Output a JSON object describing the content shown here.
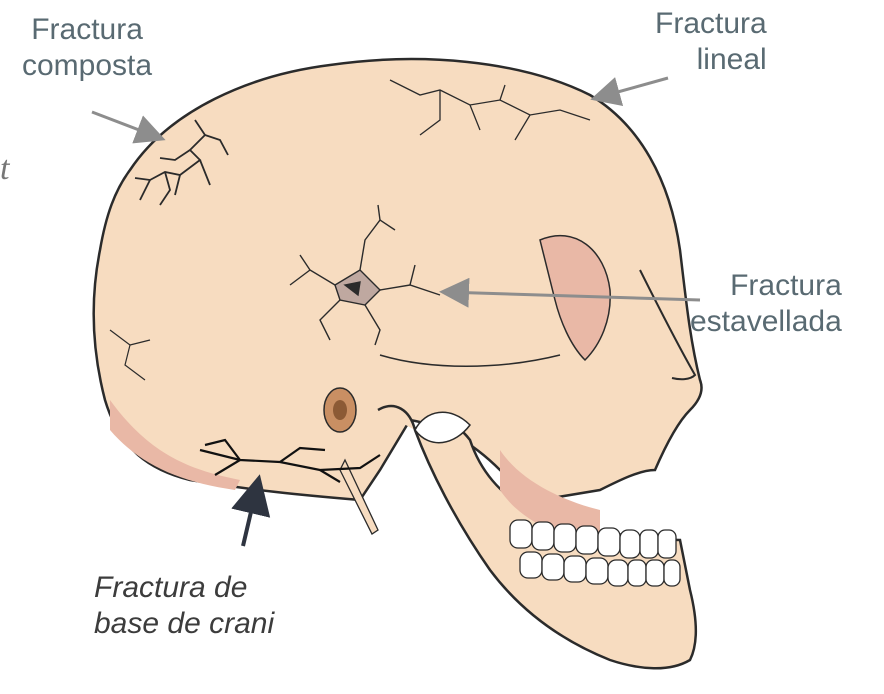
{
  "labels": {
    "compound": {
      "line1": "Fractura",
      "line2": "composta"
    },
    "linear": {
      "line1": "Fractura",
      "line2": "lineal"
    },
    "depressed": {
      "line1": "Fractura",
      "line2": "estavellada"
    },
    "base": {
      "line1": "Fractura de",
      "line2": "base de crani"
    }
  },
  "stray_glyph": "t",
  "colors": {
    "bone": "#f7dcc0",
    "bone_shadow": "#e9b8a6",
    "outline": "#2b2b2b",
    "arrow_gray": "#8d8d8d",
    "arrow_dark": "#2e3440",
    "label_text": "#596a72"
  }
}
